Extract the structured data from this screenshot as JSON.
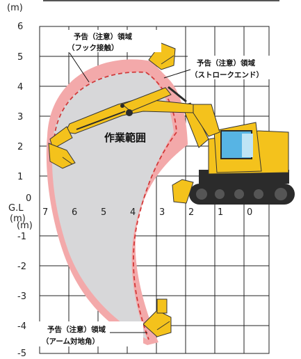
{
  "header_partial": "(m)",
  "y_unit": "(m)",
  "y_ticks": [
    "6",
    "5",
    "4",
    "3",
    "2",
    "1",
    "0",
    "-1",
    "-2",
    "-3",
    "-4",
    "-5"
  ],
  "x_ticks": [
    "7",
    "6",
    "5",
    "4",
    "3",
    "2",
    "1",
    "0"
  ],
  "ground_label": "G.L",
  "ground_unit": "(m)",
  "working_range_label": "作業範囲",
  "warnings": [
    {
      "title": "予告（注意）領域",
      "detail": "（フック接触）"
    },
    {
      "title": "予告（注意）領域",
      "detail": "（ストロークエンド）"
    },
    {
      "title": "予告（注意）領域",
      "detail": "（アーム対地角）"
    }
  ],
  "colors": {
    "grid": "#222222",
    "working_range": "#d7d7d9",
    "caution_zone": "#f3a9aa",
    "caution_dash": "#d23a3a",
    "machine_yellow": "#f4c21c",
    "machine_dark": "#2b2b2b",
    "cab_glass": "#57b4e4"
  },
  "icons": [
    "excavator-icon",
    "bucket-icon"
  ]
}
